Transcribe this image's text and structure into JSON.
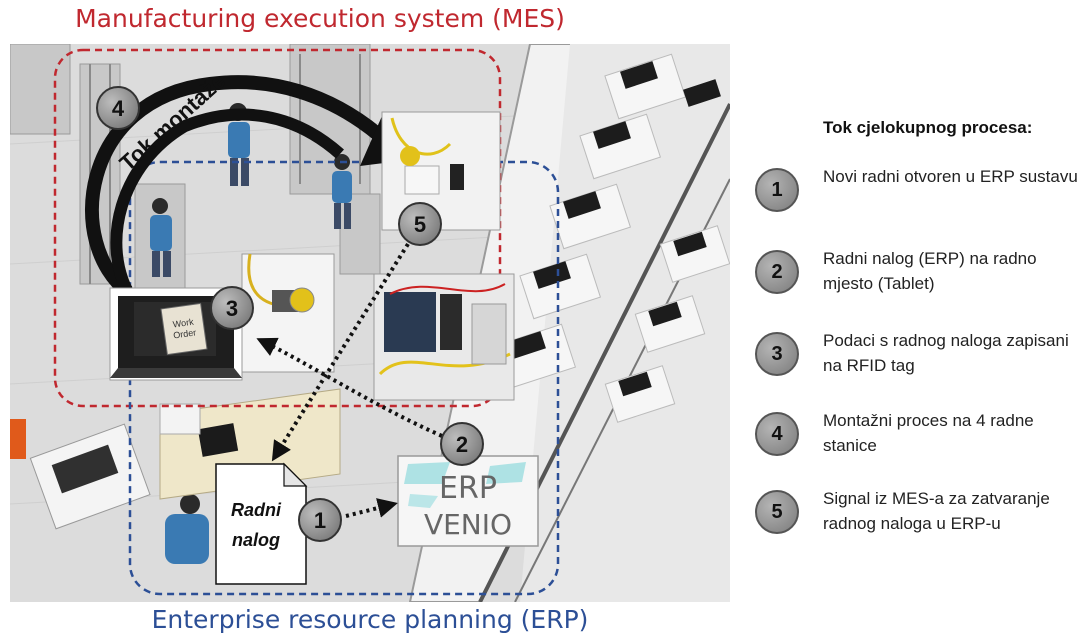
{
  "diagram": {
    "title_top": "Manufacturing execution system (MES)",
    "title_bottom": "Enterprise resource planning (ERP)",
    "flow_label": "Tok montaže",
    "document_label": [
      "Radni",
      "nalog"
    ],
    "work_order_label": [
      "Work",
      "Order"
    ],
    "erp_logo": {
      "line1": "ERP",
      "line2": "VENIO"
    },
    "badges": {
      "one": "1",
      "two": "2",
      "three": "3",
      "four": "4",
      "five": "5"
    },
    "colors": {
      "mes": "#c0282f",
      "erp": "#2c4f96",
      "badge": "#8c8c8c"
    }
  },
  "legend": {
    "title": "Tok cjelokupnog procesa:",
    "steps": [
      {
        "num": "1",
        "text": "Novi radni otvoren u ERP sustavu"
      },
      {
        "num": "2",
        "text": "Radni nalog (ERP) na radno mjesto (Tablet)"
      },
      {
        "num": "3",
        "text": "Podaci s radnog naloga zapisani na RFID tag"
      },
      {
        "num": "4",
        "text": "Montažni proces na 4 radne stanice"
      },
      {
        "num": "5",
        "text": "Signal iz MES-a za zatvaranje radnog naloga u ERP-u"
      }
    ]
  }
}
